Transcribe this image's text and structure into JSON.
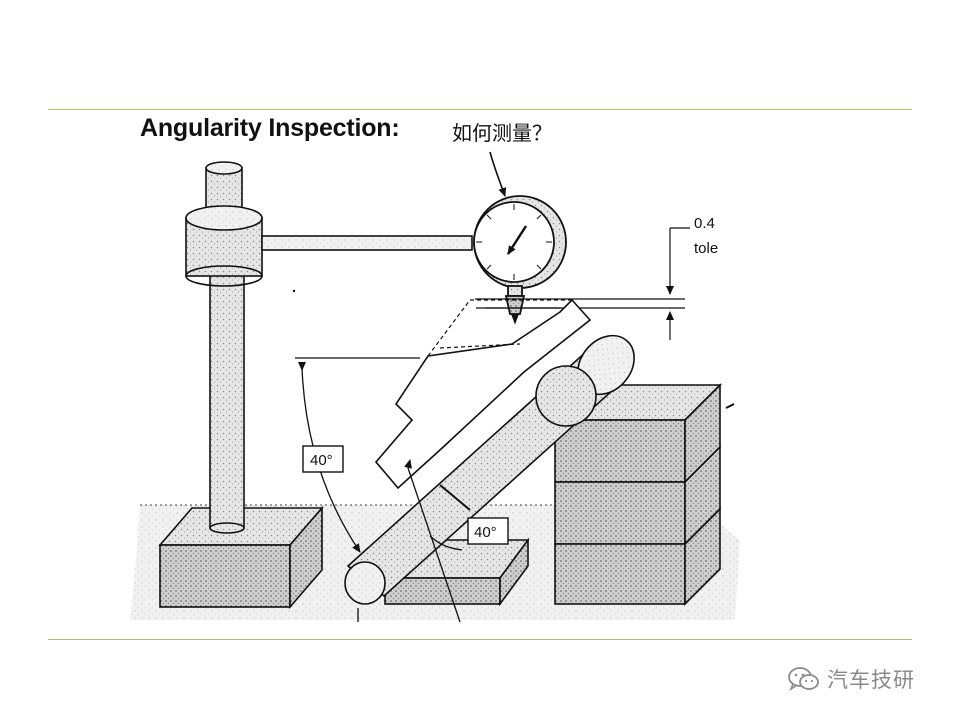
{
  "slide": {
    "title": "Angularity Inspection:",
    "subtitle": "如何测量？"
  },
  "diagram": {
    "tolerance_value": "0.4",
    "tolerance_label": "tole",
    "angle_label_left": "40°",
    "angle_label_lower": "40°"
  },
  "watermark": {
    "text": "汽车技研",
    "icon": "wechat-icon"
  },
  "colors": {
    "accent_rule": "#a8c46b",
    "ink": "#111111",
    "watermark": "#8a8a8a"
  }
}
